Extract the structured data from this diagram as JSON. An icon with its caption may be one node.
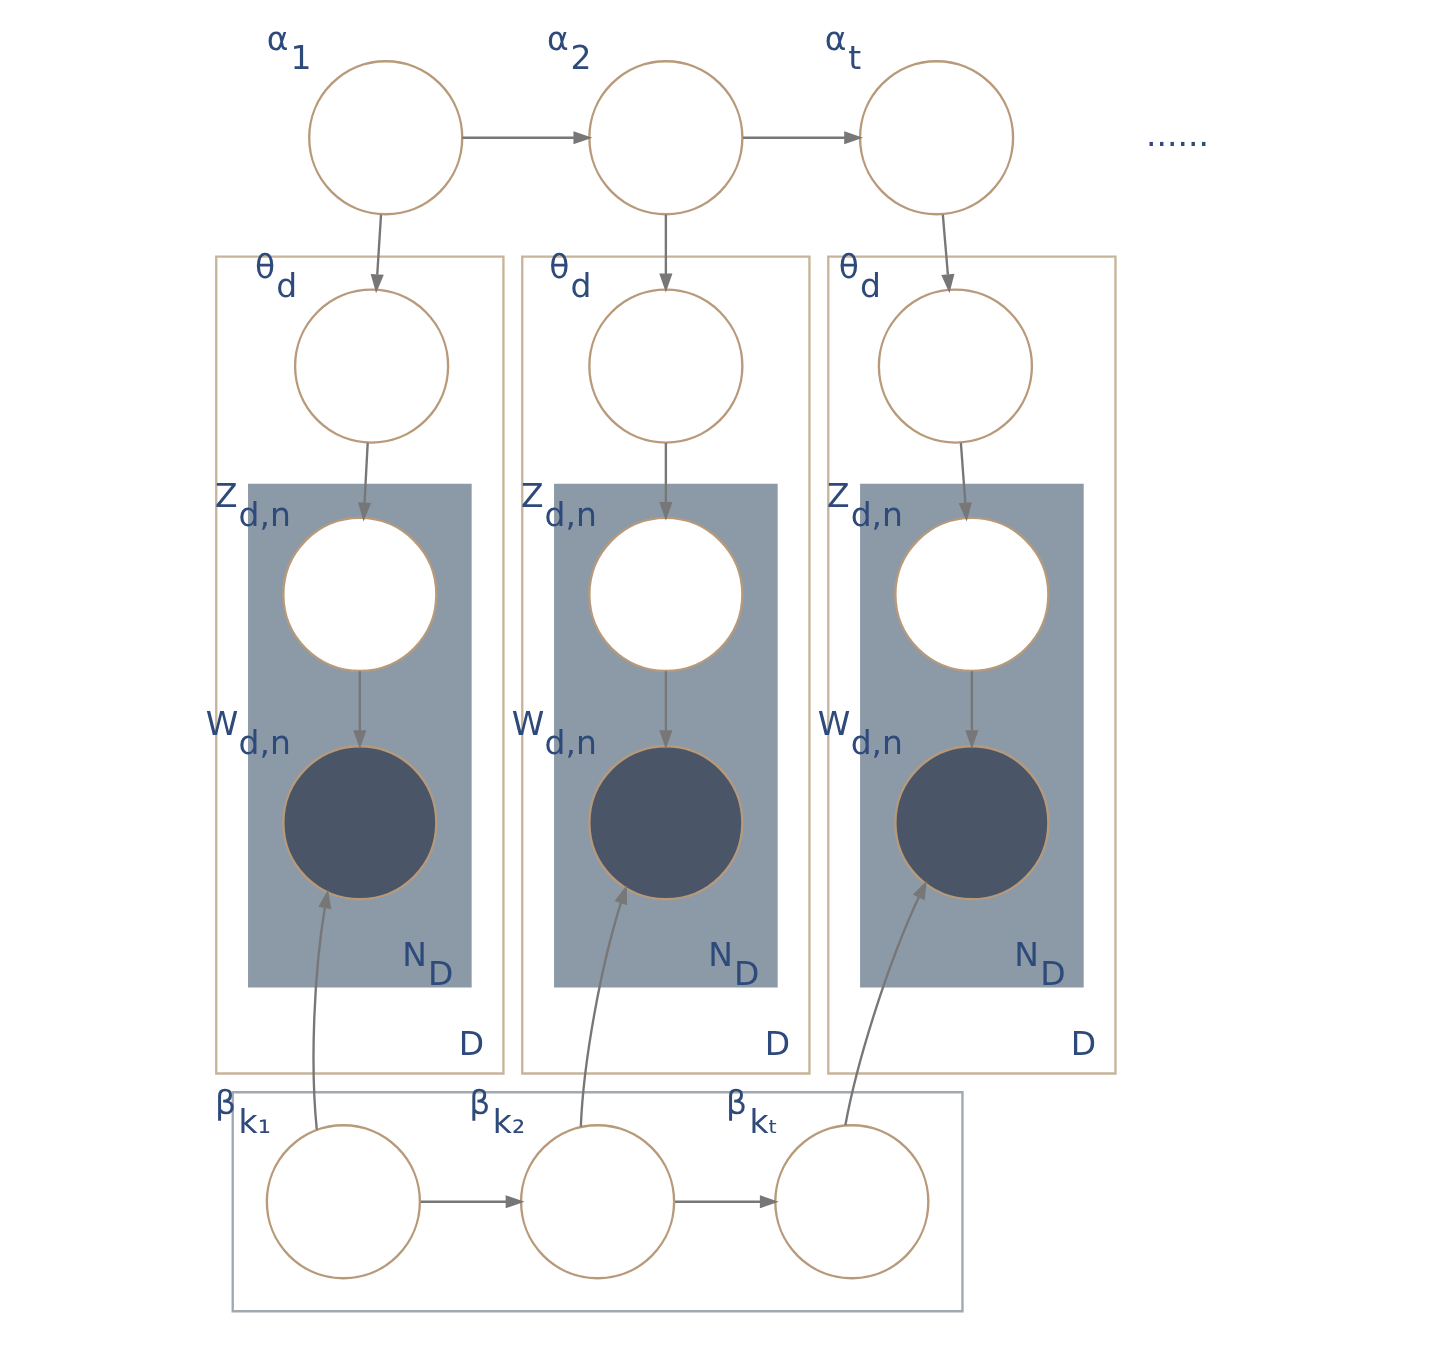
{
  "diagram": {
    "nodes": [
      {
        "text": [],
        "shape": "circle",
        "beside": [
          "α$_{1}$"
        ]
      },
      {
        "text": [],
        "shape": "circle",
        "beside": [
          "α$_{2}$"
        ]
      },
      {
        "text": [],
        "shape": "circle",
        "beside": [
          "α$_{t}$"
        ]
      },
      {
        "text": [
          "D"
        ]
      },
      {
        "text": [],
        "shape": "circle",
        "beside": [
          "θ$_{d}$"
        ],
        "in": 3
      },
      {
        "text": [
          "N$_{D}$"
        ],
        "in": 3
      },
      {
        "text": [],
        "shape": "circle",
        "beside": [
          "Z$_{d,n}$"
        ],
        "in": 5
      },
      {
        "text": [],
        "shape": "circle",
        "beside": [
          "W$_{d,n}$"
        ],
        "in": 5
      },
      {
        "text": [
          "D"
        ]
      },
      {
        "text": [],
        "shape": "circle",
        "beside": [
          "θ$_{d}$"
        ],
        "in": 8
      },
      {
        "text": [
          "N$_{D}$"
        ],
        "in": 8
      },
      {
        "text": [],
        "shape": "circle",
        "beside": [
          "Z$_{d,n}$"
        ],
        "in": 10
      },
      {
        "text": [],
        "shape": "circle",
        "beside": [
          "W$_{d,n}$"
        ],
        "in": 10
      },
      {
        "text": [
          "D"
        ]
      },
      {
        "text": [],
        "shape": "circle",
        "beside": [
          "θ$_{d}$"
        ],
        "in": 13
      },
      {
        "text": [
          "N$_{D}$"
        ],
        "in": 13
      },
      {
        "text": [],
        "shape": "circle",
        "beside": [
          "Z$_{d,n}$"
        ],
        "in": 15
      },
      {
        "text": [],
        "shape": "circle",
        "beside": [
          "W$_{d,n}$"
        ],
        "in": 15
      },
      {
        "text": [],
        "shape": "box"
      },
      {
        "text": [],
        "shape": "circle",
        "beside": [
          "β$_{k₁}$"
        ],
        "in": 18
      },
      {
        "text": [],
        "shape": "circle",
        "beside": [
          "β$_{k₂}$"
        ],
        "in": 18
      },
      {
        "text": [],
        "shape": "circle",
        "beside": [
          "β$_{kₜ}$"
        ],
        "in": 18
      }
    ],
    "edges": [
      {
        "from": 0,
        "to": 1,
        "arrow": "to"
      },
      {
        "from": 1,
        "to": 2,
        "arrow": "to"
      },
      {
        "from": 0,
        "to": 4,
        "arrow": "to"
      },
      {
        "from": 1,
        "to": 9,
        "arrow": "to"
      },
      {
        "from": 2,
        "to": 14,
        "arrow": "to"
      },
      {
        "from": 4,
        "to": 6,
        "arrow": "to"
      },
      {
        "from": 9,
        "to": 11,
        "arrow": "to"
      },
      {
        "from": 14,
        "to": 16,
        "arrow": "to"
      },
      {
        "from": 6,
        "to": 7,
        "arrow": "to"
      },
      {
        "from": 11,
        "to": 12,
        "arrow": "to"
      },
      {
        "from": 16,
        "to": 17,
        "arrow": "to"
      },
      {
        "from": 19,
        "to": 7,
        "arrow": "to"
      },
      {
        "from": 20,
        "to": 12,
        "arrow": "to"
      },
      {
        "from": 21,
        "to": 17,
        "arrow": "to"
      },
      {
        "from": 19,
        "to": 20,
        "arrow": "to"
      },
      {
        "from": 20,
        "to": 21,
        "arrow": "to"
      }
    ],
    "labels": [
      "......"
    ]
  }
}
